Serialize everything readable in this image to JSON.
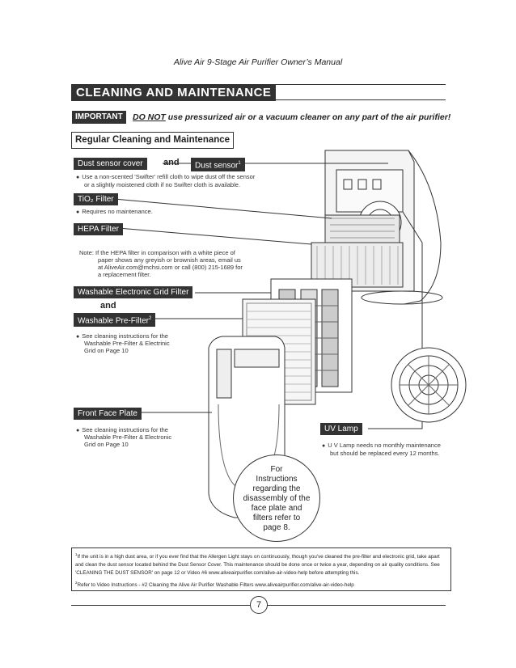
{
  "header": {
    "manual_title": "Alive Air 9-Stage Air Purifier Owner’s Manual"
  },
  "section": {
    "title": "CLEANING AND MAINTENANCE",
    "important_tag": "IMPORTANT",
    "warning_lead": "DO NOT",
    "warning_rest": " use pressurized air or a vacuum cleaner on any part of the air purifier!",
    "subsection_title": "Regular Cleaning and Maintenance"
  },
  "labels": {
    "dust_sensor_cover": "Dust sensor cover",
    "and_1": "and",
    "dust_sensor": "Dust sensor",
    "dust_sensor_sup": "1",
    "dust_sensor_note_1": "Use a non-scented 'Swifter' refill cloth to wipe dust off the sensor",
    "dust_sensor_note_2": "or a slightly moistened cloth if no Swifter cloth is available.",
    "tio2_filter": "TiO₂ Filter",
    "tio2_note": "Requires no maintenance.",
    "hepa_filter": "HEPA Filter",
    "hepa_note_1": "Note: If the HEPA filter in comparison with a white piece of",
    "hepa_note_2": "paper shows any greyish or brownish areas, email us",
    "hepa_note_3": "at AliveAir.com@mchsi.com or call (800) 215-1689 for",
    "hepa_note_4": "a replacement filter.",
    "washable_grid": "Washable Electronic Grid Filter",
    "and_2": "and",
    "washable_prefilter": "Washable Pre-Filter",
    "washable_prefilter_sup": "2",
    "prefilter_note_1": "See cleaning instructions for the",
    "prefilter_note_2": "Washable Pre-Filter & Electrinic",
    "prefilter_note_3": "Grid on Page 10",
    "front_face_plate": "Front Face Plate",
    "faceplate_note_1": "See cleaning instructions for the",
    "faceplate_note_2": "Washable Pre-Filter & Electronic",
    "faceplate_note_3": "Grid on Page 10",
    "uv_lamp": "UV Lamp",
    "uv_note_1": "U V Lamp needs no monthly maintenance",
    "uv_note_2": "but should be replaced every 12 months."
  },
  "callout": {
    "line1": "For",
    "line2": "Instructions",
    "line3": "regarding the",
    "line4": "disassembly of the",
    "line5": "face plate and",
    "line6": "filters refer to",
    "line7": "page 8."
  },
  "footnotes": {
    "fn1_mark": "1",
    "fn1_text": "If the unit is in a high dust area, or if you ever find that the Allergen Light stays on continuously, though you've cleaned the pre-filter and electronic grid, take apart and clean the dust sensor located behind the Dust Sensor Cover.  This maintenance should be done once or twice a year, depending on air quality conditions.  See 'CLEANING THE DUST SENSOR' on page 12  or Video #6 www.aliveairpurifier.com/alive-air-video-help before attempting this.",
    "fn2_mark": "2",
    "fn2_text": "Refer to Video Instructions - #2 Cleaning the Alive Air Purifier Washable Filters www.aliveairpurifier.com/alive-air-video-help"
  },
  "page_number": "7"
}
